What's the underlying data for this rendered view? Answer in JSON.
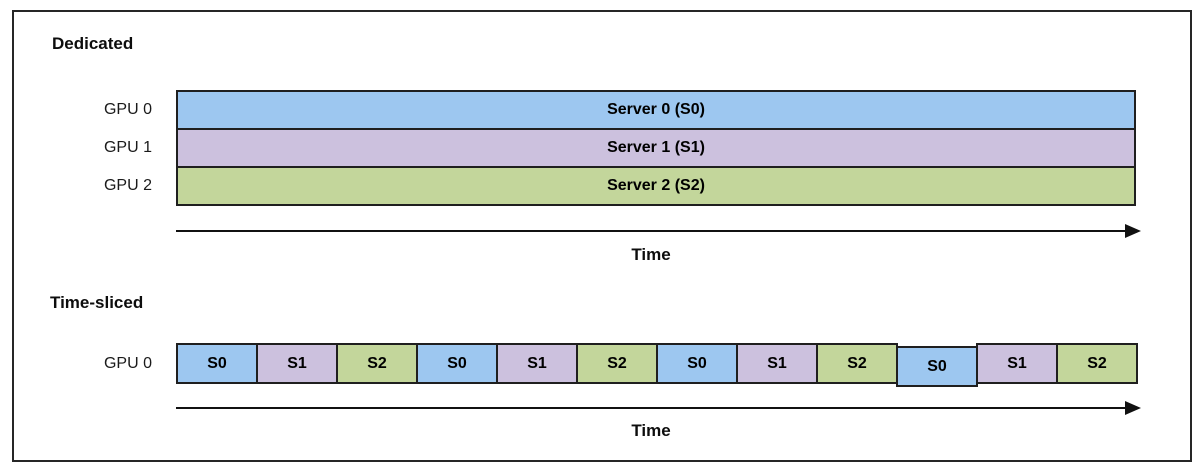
{
  "dedicated": {
    "title": "Dedicated",
    "rows": [
      {
        "gpu_label": "GPU 0",
        "bar_label": "Server 0 (S0)",
        "server": "S0"
      },
      {
        "gpu_label": "GPU 1",
        "bar_label": "Server 1 (S1)",
        "server": "S1"
      },
      {
        "gpu_label": "GPU 2",
        "bar_label": "Server 2 (S2)",
        "server": "S2"
      }
    ],
    "time_axis_label": "Time"
  },
  "time_sliced": {
    "title": "Time-sliced",
    "gpu_label": "GPU 0",
    "segments": [
      "S0",
      "S1",
      "S2",
      "S0",
      "S1",
      "S2",
      "S0",
      "S1",
      "S2",
      "S0",
      "S1",
      "S2"
    ],
    "time_axis_label": "Time"
  },
  "colors": {
    "S0": "#9DC7F0",
    "S1": "#CCC1DE",
    "S2": "#C3D69B",
    "border": "#1F1F1F"
  }
}
